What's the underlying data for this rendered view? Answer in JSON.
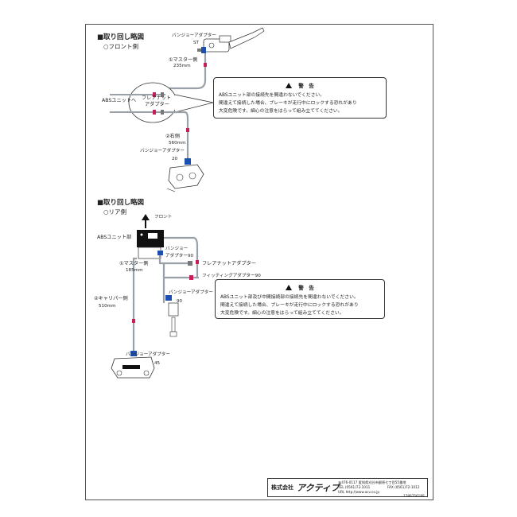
{
  "front": {
    "section_title": "■取り回し略図",
    "subtitle": "○フロント側",
    "banjo_top_label": "バンジョーアダプター",
    "banjo_top_value": "ST",
    "master_label": "①マスター側",
    "master_length": "235mm",
    "abs_label": "ABSユニットへ",
    "flare_label_1": "フレアナット",
    "flare_label_2": "アダプター",
    "right_label": "②右側",
    "right_length": "560mm",
    "banjo_bottom_label": "バンジョーアダプター",
    "banjo_bottom_value": "20",
    "warning": {
      "title": "警　告",
      "lines": [
        "ABSユニット部の接続先を間違わないでください。",
        "間違えて接続した場合、ブレーキが走行中にロックする恐れがあり",
        "大変危険です。細心の注意をはらって組み立ててください。"
      ]
    }
  },
  "rear": {
    "section_title": "■取り回し略図",
    "subtitle": "○リア側",
    "front_arrow_label": "フロント",
    "abs_label": "ABSユニット部",
    "banjo_upper_label_1": "バンジョー",
    "banjo_upper_label_2": "アダプター90",
    "master_label": "①マスター側",
    "master_length": "185mm",
    "flare_label": "フレアナットアダプター",
    "fitting_label": "フィッティングアダプター90",
    "caliper_label": "②キャリパー側",
    "caliper_length": "510mm",
    "banjo_mid_label": "バンジョーアダプター",
    "banjo_mid_value": "90",
    "banjo_low_label": "バンジョーアダプター",
    "banjo_low_value": "45",
    "warning": {
      "title": "警　告",
      "lines": [
        "ABSユニット部及び中間接続部の接続先を間違わないでください。",
        "間違えて接続した場合、ブレーキが走行中にロックする恐れがあり",
        "大変危険です。細心の注意をはらって組み立ててください。"
      ]
    }
  },
  "footer": {
    "company_prefix": "株式会社",
    "company_name": "アクティブ",
    "address": "〒476-0117 愛知県刈谷市銀原七丁目55番地",
    "tel": "TEL (0561)72-1011",
    "fax": "FAX (0561)72-1012",
    "url": "URL http://www.acv.co.jp",
    "code": "178675619S"
  },
  "colors": {
    "hose": "#9aa0a8",
    "banjo_blue": "#1c4fb0",
    "fitting_red": "#c81f5a",
    "line": "#333333"
  }
}
